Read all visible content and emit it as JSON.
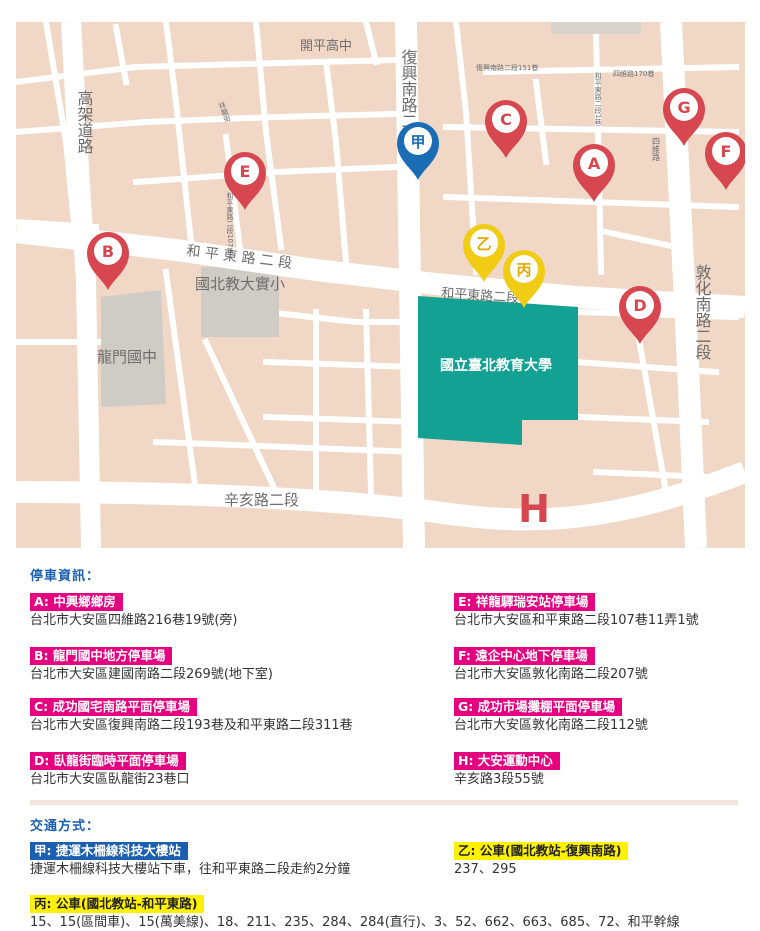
{
  "map": {
    "colors": {
      "bg": "#f0d7c6",
      "road": "#ffffff",
      "university": "#12a193",
      "school": "#cfcbc5",
      "red_pin": "#d6474f",
      "blue_pin": "#1a6db5",
      "yellow_pin": "#f1cc15",
      "h_mark": "#d6474f"
    },
    "labels": {
      "kaiping": "開平高中",
      "gaojia": "高架道路",
      "fuxing": "復興南路二段",
      "heping_w": "和 平 東 路 二 段",
      "heping_e": "和平東路二段",
      "xinhai": "辛亥路二段",
      "dunhua": "敦化南路二段",
      "guobei_school": "國北教大實小",
      "longmen": "龍門國中",
      "university": "國立臺北教育大學",
      "fuxing151": "復興南路二段151巷",
      "siwei170": "四維路170巷",
      "heping_lane_a": "和平東路二段1巷",
      "heping_lane_e": "和平東路二段107巷",
      "siwei": "四維路",
      "xianglong": "祥龍街"
    },
    "pins": {
      "a": "A",
      "b": "B",
      "c": "C",
      "d": "D",
      "e": "E",
      "f": "F",
      "g": "G",
      "jia": "甲",
      "yi": "乙",
      "bing": "丙"
    },
    "h_label": "H"
  },
  "parking": {
    "title": "停車資訊：",
    "a": {
      "name": "A: 中興鄉鄉房",
      "address": "台北市大安區四維路216巷19號(旁)"
    },
    "b": {
      "name": "B: 龍門國中地方停車場",
      "address": "台北市大安區建國南路二段269號(地下室)"
    },
    "c": {
      "name": "C: 成功國宅南路平面停車場",
      "address": "台北市大安區復興南路二段193巷及和平東路二段311巷"
    },
    "d": {
      "name": "D: 臥龍街臨時平面停車場",
      "address": "台北市大安區臥龍街23巷口"
    },
    "e": {
      "name": "E: 祥龍驛瑞安站停車場",
      "address": "台北市大安區和平東路二段107巷11弄1號"
    },
    "f": {
      "name": "F: 遠企中心地下停車場",
      "address": "台北市大安區敦化南路二段207號"
    },
    "g": {
      "name": "G: 成功市場攤棚平面停車場",
      "address": "台北市大安區敦化南路二段112號"
    },
    "h": {
      "name": "H: 大安運動中心",
      "address": "辛亥路3段55號"
    }
  },
  "transport": {
    "title": "交通方式：",
    "jia": {
      "name": "甲: 捷運木柵線科技大樓站",
      "detail": "捷運木柵線科技大樓站下車，往和平東路二段走約2分鐘"
    },
    "yi": {
      "name": "乙: 公車(國北教站-復興南路)",
      "detail": "237、295"
    },
    "bing": {
      "name": "丙: 公車(國北教站-和平東路)",
      "detail": "15、15(區間車)、15(萬美線)、18、211、235、284、284(直行)、3、52、662、663、685、72、和平幹線"
    }
  }
}
